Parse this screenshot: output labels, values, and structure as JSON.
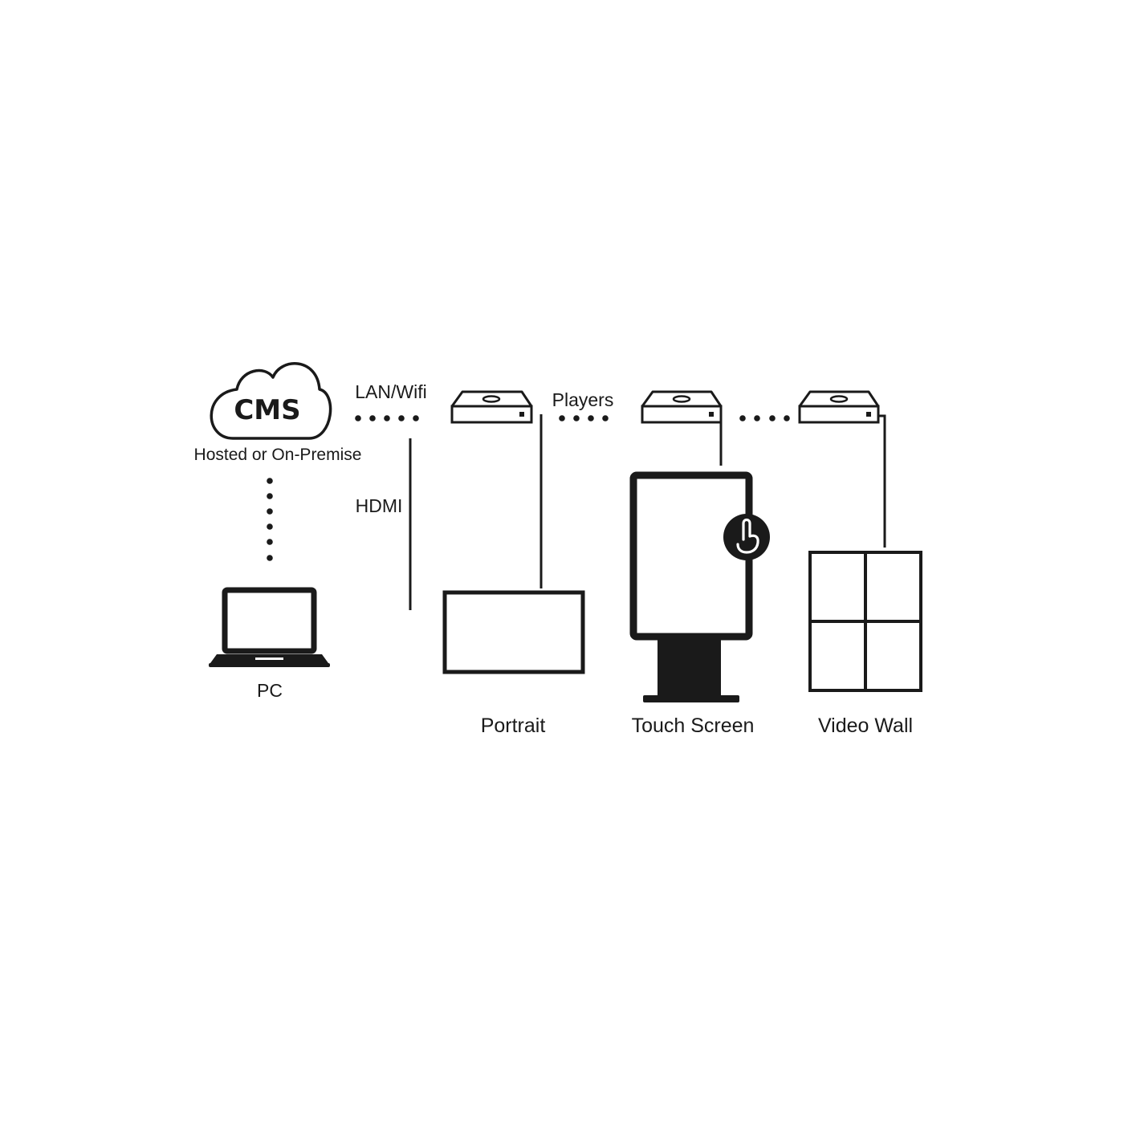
{
  "cms": {
    "title": "CMS",
    "subtitle": "Hosted or On-Premise"
  },
  "connections": {
    "lan": "LAN/Wifi",
    "hdmi": "HDMI",
    "players": "Players"
  },
  "devices": {
    "pc": "PC",
    "portrait": "Portrait",
    "touch_screen": "Touch Screen",
    "video_wall": "Video Wall"
  },
  "colors": {
    "ink": "#1a1a1a",
    "background": "#ffffff"
  }
}
